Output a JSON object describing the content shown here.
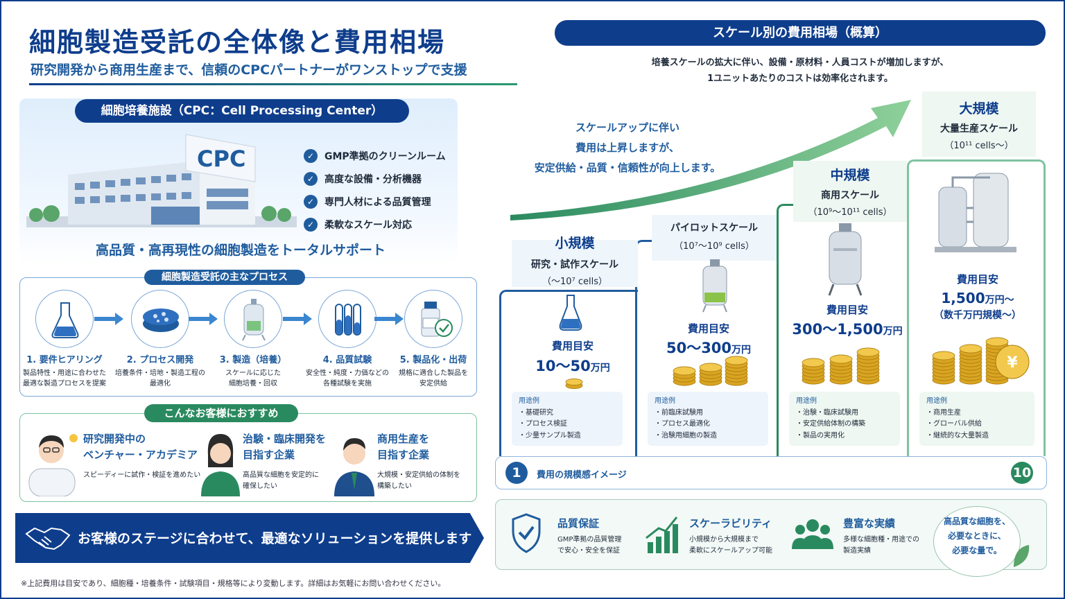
{
  "header": {
    "title": "細胞製造受託の全体像と費用相場",
    "subtitle": "研究開発から商用生産まで、信頼のCPCパートナーがワンストップで支援"
  },
  "facility": {
    "pill": "細胞培養施設（CPC：Cell Processing Center）",
    "building_sign": "CPC",
    "checks": [
      "GMP準拠のクリーンルーム",
      "高度な設備・分析機器",
      "専門人材による品質管理",
      "柔軟なスケール対応"
    ],
    "tagline": "高品質・高再現性の細胞製造をトータルサポート"
  },
  "process": {
    "pill": "細胞製造受託の主なプロセス",
    "steps": [
      {
        "label": "1. 要件ヒアリング",
        "desc1": "製品特性・用途に合わせた",
        "desc2": "最適な製造プロセスを提案"
      },
      {
        "label": "2. プロセス開発",
        "desc1": "培養条件・培地・製造工程の",
        "desc2": "最適化"
      },
      {
        "label": "3. 製造（培養）",
        "desc1": "スケールに応じた",
        "desc2": "細胞培養・回収"
      },
      {
        "label": "4. 品質試験",
        "desc1": "安全性・純度・力価などの",
        "desc2": "各種試験を実施"
      },
      {
        "label": "5. 製品化・出荷",
        "desc1": "規格に適合した製品を",
        "desc2": "安定供給"
      }
    ]
  },
  "recommend": {
    "pill": "こんなお客様におすすめ",
    "personas": [
      {
        "title1": "研究開発中の",
        "title2": "ベンチャー・アカデミア",
        "desc1": "スピーディーに試作・検証を進めたい",
        "desc2": ""
      },
      {
        "title1": "治験・臨床開発を",
        "title2": "目指す企業",
        "desc1": "高品質な細胞を安定的に",
        "desc2": "確保したい"
      },
      {
        "title1": "商用生産を",
        "title2": "目指す企業",
        "desc1": "大規模・安定供給の体制を",
        "desc2": "構築したい"
      }
    ]
  },
  "banner": {
    "text": "お客様のステージに合わせて、最適なソリューションを提供します"
  },
  "footnote": "※上記費用は目安であり、細胞種・培養条件・試験項目・規格等により変動します。詳細はお気軽にお問い合わせください。",
  "scale": {
    "pill": "スケール別の費用相場（概算）",
    "intro1": "培養スケールの拡大に伴い、設備・原材料・人員コストが増加しますが、",
    "intro2": "1ユニットあたりのコストは効率化されます。",
    "note1": "スケールアップに伴い",
    "note2": "費用は上昇しますが、",
    "note3": "安定供給・品質・信頼性が向上します。",
    "cost_label": "費用目安",
    "use_label": "用途例",
    "tiers": [
      {
        "name": "小規模",
        "sub": "研究・試作スケール",
        "range": "（～10⁷ cells）",
        "cost": "10～50",
        "unit": "万円",
        "cost2": "",
        "uses": [
          "・基礎研究",
          "・プロセス検証",
          "・少量サンプル製造"
        ]
      },
      {
        "name": "",
        "sub": "パイロットスケール",
        "range": "（10⁷～10⁹ cells）",
        "cost": "50～300",
        "unit": "万円",
        "cost2": "",
        "uses": [
          "・前臨床試験用",
          "・プロセス最適化",
          "・治験用細胞の製造"
        ]
      },
      {
        "name": "中規模",
        "sub": "商用スケール",
        "range": "（10⁹～10¹¹ cells）",
        "cost": "300～1,500",
        "unit": "万円",
        "cost2": "",
        "uses": [
          "・治験・臨床試験用",
          "・安定供給体制の構築",
          "・製品の実用化"
        ]
      },
      {
        "name": "大規模",
        "sub": "大量生産スケール",
        "range": "（10¹¹ cells～）",
        "cost": "1,500",
        "unit": "万円～",
        "cost2": "（数千万円規模～）",
        "uses": [
          "・商用生産",
          "・グローバル供給",
          "・継続的な大量製造"
        ]
      }
    ],
    "bar_label": "費用の規模感イメージ",
    "bar_start": "1",
    "bar_end": "10"
  },
  "features": [
    {
      "title": "品質保証",
      "desc1": "GMP準拠の品質管理",
      "desc2": "で安心・安全を保証"
    },
    {
      "title": "スケーラビリティ",
      "desc1": "小規模から大規模まで",
      "desc2": "柔軟にスケールアップ可能"
    },
    {
      "title": "豊富な実績",
      "desc1": "多様な細胞種・用途での",
      "desc2": "製造実績"
    }
  ],
  "bubble": {
    "line1": "高品質な細胞を、",
    "line2": "必要なときに、",
    "line3": "必要な量で。"
  },
  "colors": {
    "navy": "#0e3d8c",
    "blue": "#1f5c9e",
    "green": "#2a8a5f",
    "gold": "#d9a521"
  }
}
